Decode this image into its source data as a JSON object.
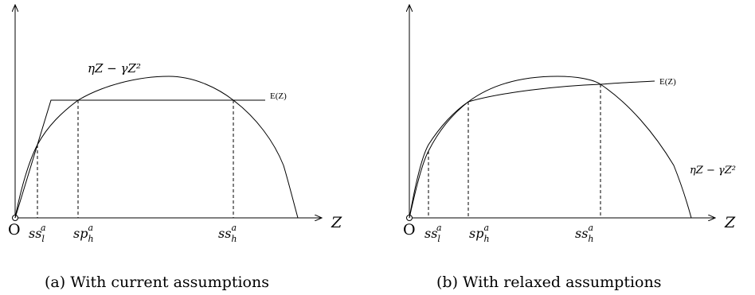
{
  "panels": [
    {
      "id": "a",
      "origin_label": "O",
      "z_label": "Z",
      "ez_label": "E(Z)",
      "curve_label": "ηZ − γZ²",
      "ticks": [
        {
          "base": "ss",
          "sub": "l",
          "sup": "a"
        },
        {
          "base": "sp",
          "sub": "h",
          "sup": "a"
        },
        {
          "base": "ss",
          "sub": "h",
          "sup": "a"
        }
      ],
      "caption": "(a) With current assumptions"
    },
    {
      "id": "b",
      "origin_label": "O",
      "z_label": "Z",
      "ez_label": "E(Z)",
      "curve_label": "ηZ − γZ²",
      "ticks": [
        {
          "base": "ss",
          "sub": "l",
          "sup": "a"
        },
        {
          "base": "sp",
          "sub": "h",
          "sup": "a"
        },
        {
          "base": "ss",
          "sub": "h",
          "sup": "a"
        }
      ],
      "caption": "(b) With relaxed assumptions"
    }
  ]
}
